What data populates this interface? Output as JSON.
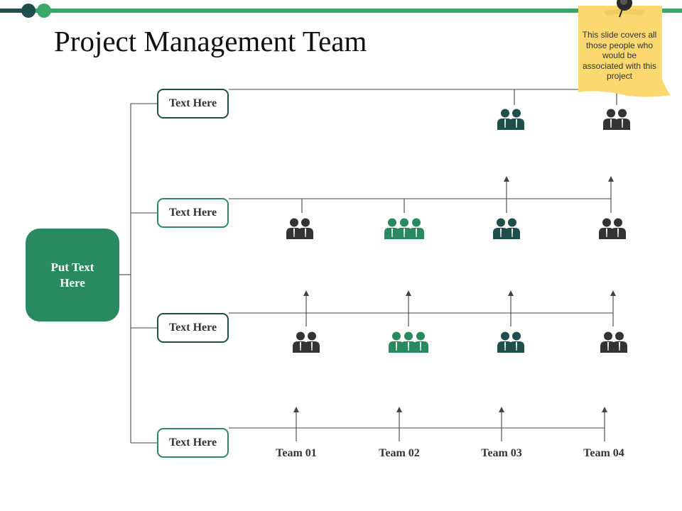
{
  "title": "Project Management Team",
  "root": {
    "line1": "Put Text",
    "line2": "Here"
  },
  "boxes": [
    "Text Here",
    "Text Here",
    "Text Here",
    "Text Here"
  ],
  "teams": [
    "Team 01",
    "Team 02",
    "Team 03",
    "Team 04"
  ],
  "note": "This slide covers all those people who would be associated with this project",
  "colors": {
    "dark_teal": "#1e4f4c",
    "green": "#2a8a5f",
    "charcoal": "#333333",
    "bar_green": "#3aa86b",
    "sticky_yellow": "#fbd970"
  },
  "icons": {
    "row1": [
      {
        "name": "team-icon",
        "people": 2,
        "color": "teal"
      },
      {
        "name": "team-icon",
        "people": 2,
        "color": "charcoal"
      }
    ],
    "row2": [
      {
        "name": "team-icon",
        "people": 2,
        "color": "charcoal"
      },
      {
        "name": "team-icon",
        "people": 3,
        "color": "green"
      },
      {
        "name": "team-icon",
        "people": 2,
        "color": "teal"
      },
      {
        "name": "team-icon",
        "people": 2,
        "color": "charcoal"
      }
    ],
    "row3": [
      {
        "name": "team-icon",
        "people": 2,
        "color": "charcoal"
      },
      {
        "name": "team-icon",
        "people": 3,
        "color": "green"
      },
      {
        "name": "team-icon",
        "people": 2,
        "color": "teal"
      },
      {
        "name": "team-icon",
        "people": 2,
        "color": "charcoal"
      }
    ]
  }
}
